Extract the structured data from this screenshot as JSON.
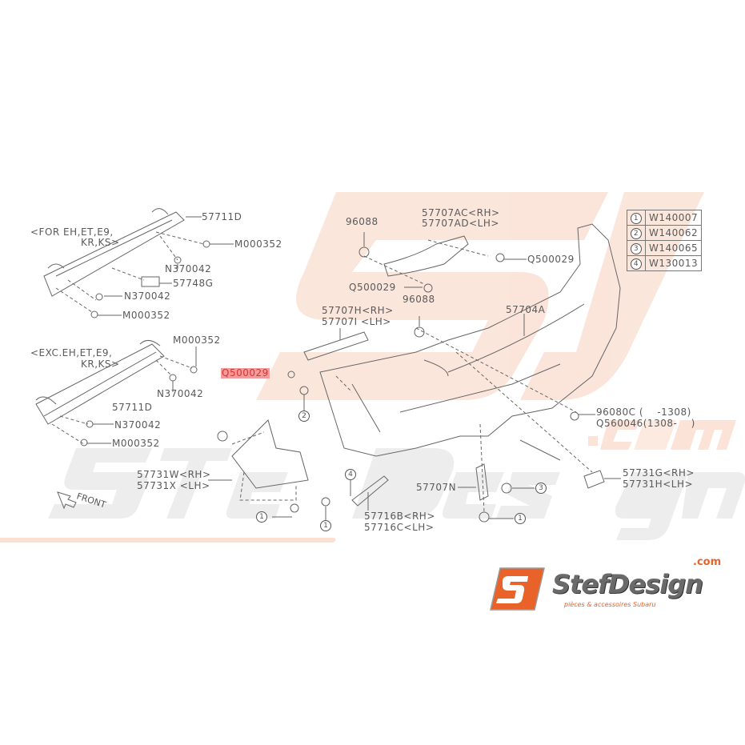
{
  "watermark": {
    "brand": "StefDesign",
    "domain": ".com",
    "tagline": "pièces & accessoires Subaru",
    "monogram": "SJ"
  },
  "logo": {
    "brand": "StefDesign",
    "domain": ".com",
    "tagline": "pièces & accessoires Subaru"
  },
  "colors": {
    "accent": "#e8622a",
    "highlight": "#f39a9a",
    "line": "#555555"
  },
  "front_label": "FRONT",
  "labels": {
    "beam_top": "57711D",
    "for_variant_1": "<FOR EH,ET,E9,",
    "for_variant_2": "KR,KS>",
    "m_top_1": "M000352",
    "n_top_1": "N370042",
    "pad": "57748G",
    "n_top_2": "N370042",
    "m_top_2": "M000352",
    "m_bot_1": "M000352",
    "exc_variant_1": "<EXC.EH,ET,E9,",
    "exc_variant_2": "KR,KS>",
    "q_highlight": "Q500029",
    "n_bot_1": "N370042",
    "beam_bot": "57711D",
    "n_bot_2": "N370042",
    "m_bot_2": "M000352",
    "bracket_rh": "57731W<RH>",
    "bracket_lh": "57731X <LH>",
    "clip_96088_a": "96088",
    "bracket_ac": "57707AC<RH>",
    "bracket_ad": "57707AD<LH>",
    "q_right": "Q500029",
    "q_left": "Q500029",
    "bracket_h": "57707H<RH>",
    "bracket_i": "57707I <LH>",
    "clip_96088_b": "96088",
    "bumper": "57704A",
    "screw_96080c": "96080C (    -1308)",
    "screw_q560046": "Q560046(1308-    )",
    "reflector_rh": "57731G<RH>",
    "reflector_lh": "57731H<LH>",
    "bracket_n": "57707N",
    "stay_rh": "57716B<RH>",
    "stay_lh": "57716C<LH>"
  },
  "callouts": [
    "2",
    "4",
    "1",
    "1",
    "3",
    "1"
  ],
  "legend": [
    {
      "num": "1",
      "part": "W140007"
    },
    {
      "num": "2",
      "part": "W140062"
    },
    {
      "num": "3",
      "part": "W140065"
    },
    {
      "num": "4",
      "part": "W130013"
    }
  ]
}
